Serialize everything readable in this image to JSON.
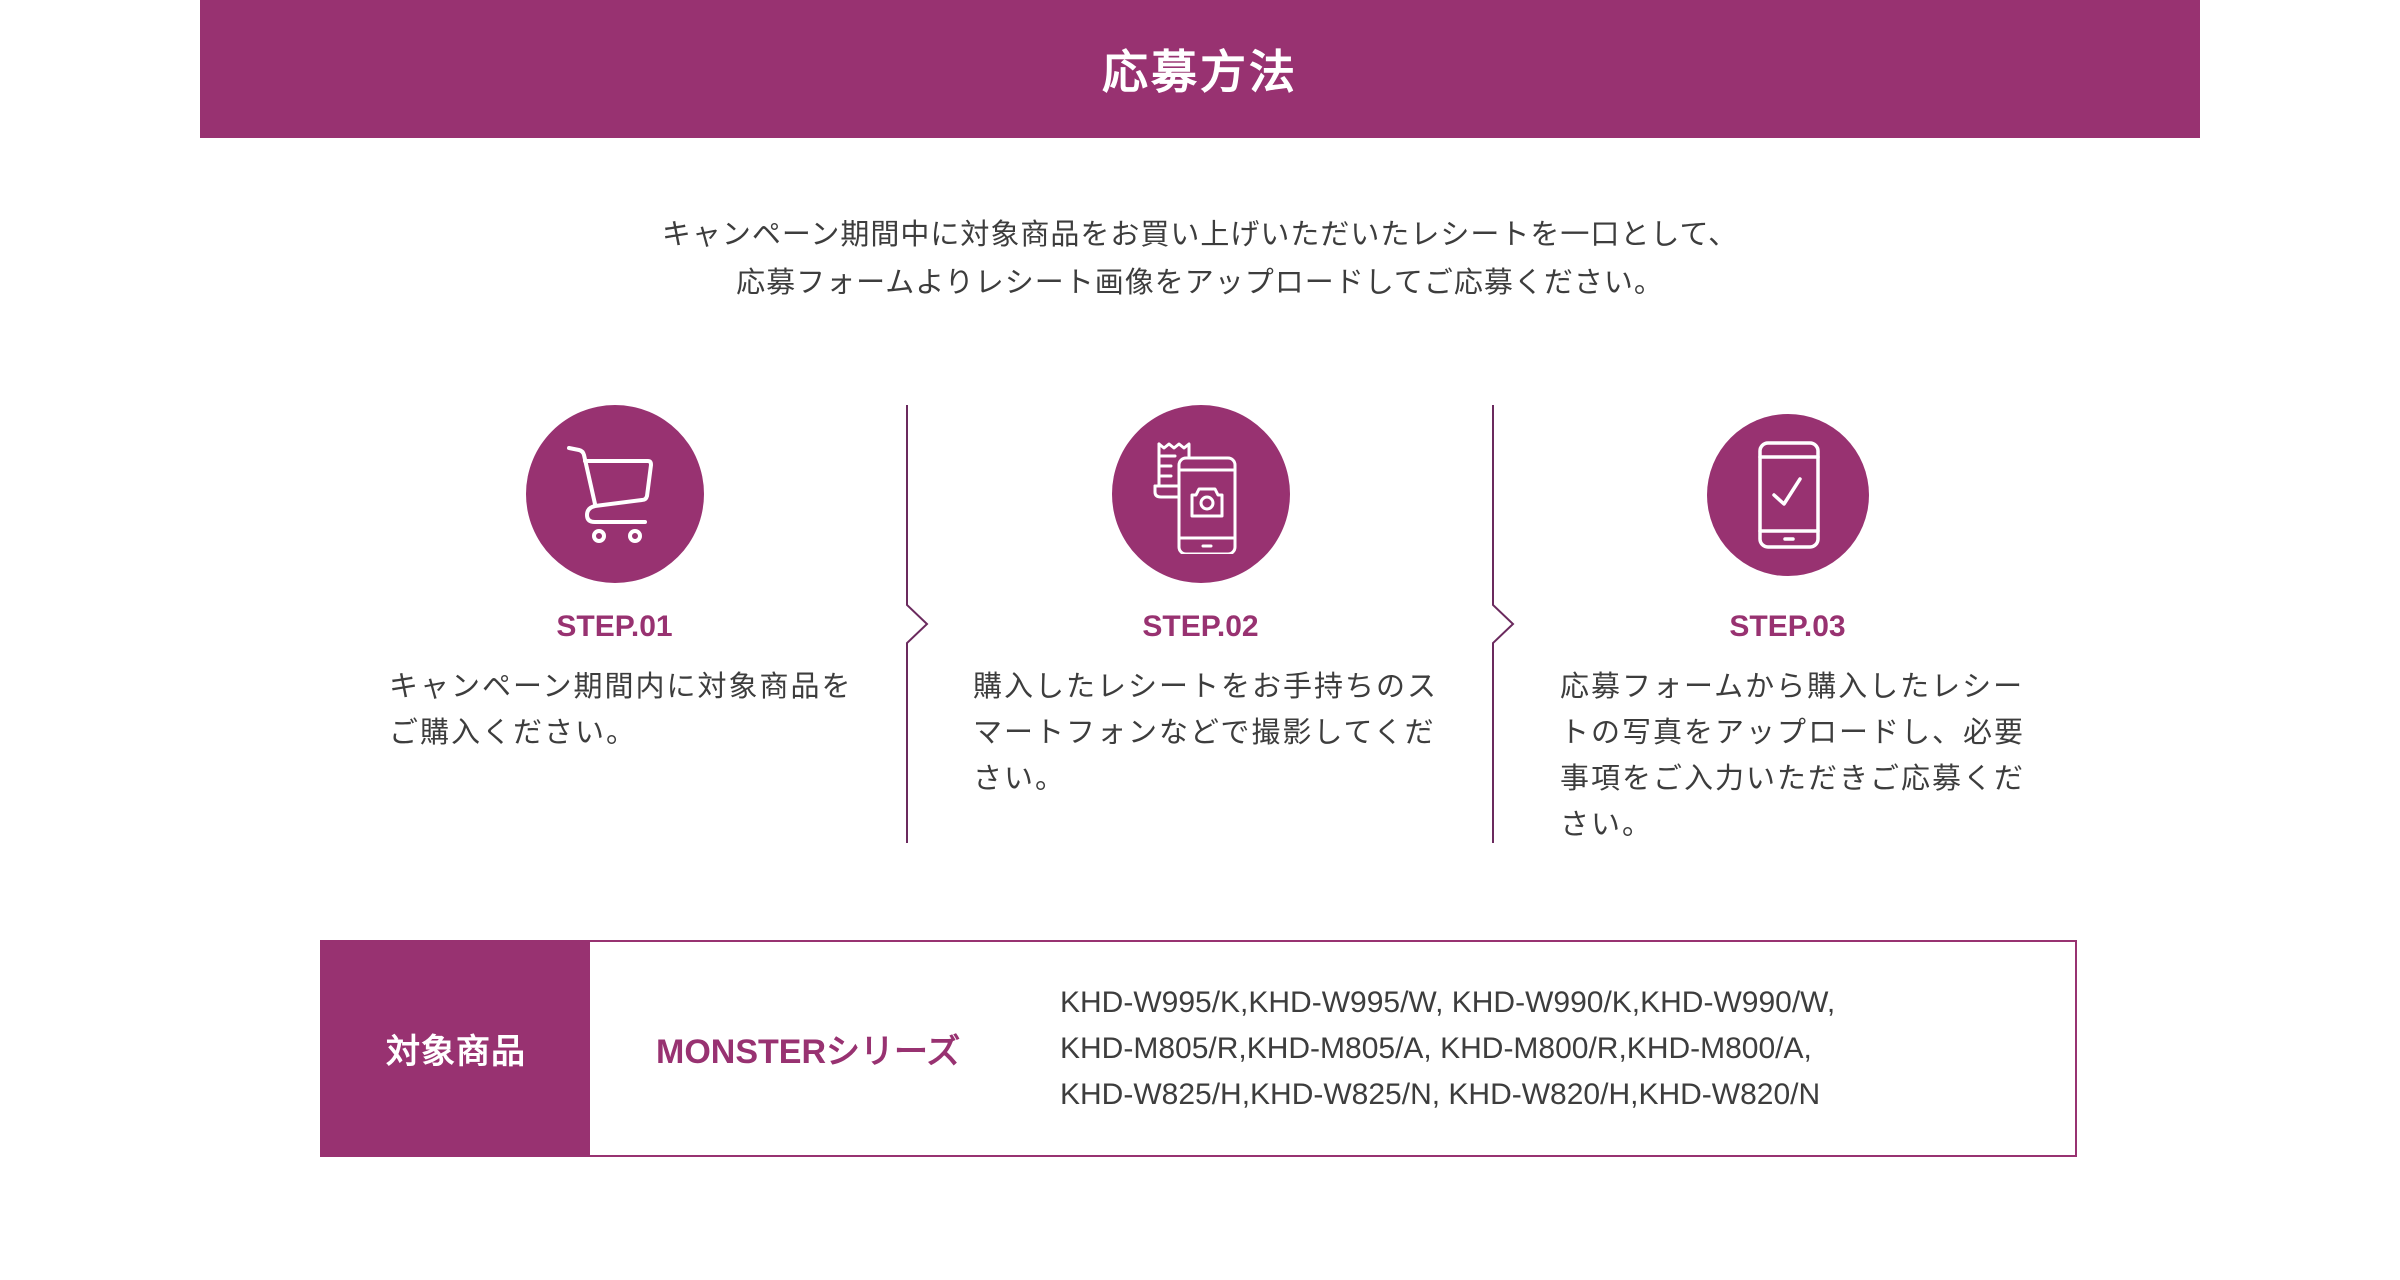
{
  "header": {
    "title": "応募方法"
  },
  "intro": {
    "lines": [
      "キャンペーン期間中に対象商品をお買い上げいただいたレシートを一口として、",
      "応募フォームよりレシート画像をアップロードしてご応募ください。"
    ]
  },
  "steps": [
    {
      "icon": "shopping-cart-icon",
      "label": "STEP.01",
      "desc": [
        "キャンペーン期間内に対象商品を",
        "ご購入ください。"
      ]
    },
    {
      "icon": "receipt-smartphone-camera-icon",
      "label": "STEP.02",
      "desc": [
        "購入したレシートをお手持ちのス",
        "マートフォンなどで撮影してくだ",
        "さい。"
      ]
    },
    {
      "icon": "smartphone-check-icon",
      "label": "STEP.03",
      "desc": [
        "応募フォームから購入したレシー",
        "トの写真をアップロードし、必要",
        "事項をご入力いただきご応募くだ",
        "さい。"
      ]
    }
  ],
  "products": {
    "label": "対象商品",
    "series": "MONSTERシリーズ",
    "models": [
      "KHD-W995/K,KHD-W995/W, KHD-W990/K,KHD-W990/W,",
      "KHD-M805/R,KHD-M805/A, KHD-M800/R,KHD-M800/A,",
      "KHD-W825/H,KHD-W825/N, KHD-W820/H,KHD-W820/N"
    ]
  },
  "colors": {
    "accent": "#983271",
    "divider": "#6b2a5e",
    "text": "#3d3d3d"
  }
}
